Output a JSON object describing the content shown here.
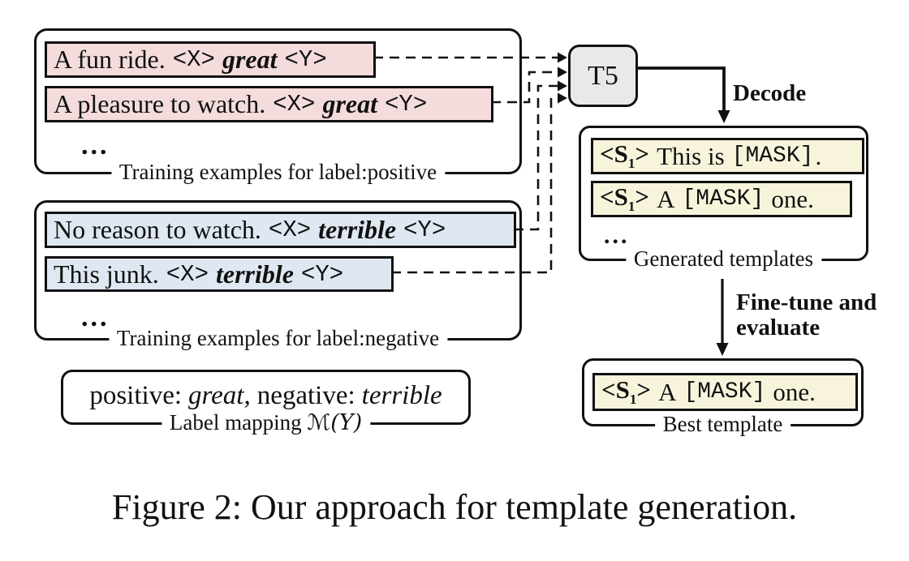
{
  "figure_caption": "Figure 2: Our approach for template generation.",
  "positive_group": {
    "label": "Training examples for label:positive",
    "ellipsis": "...",
    "examples": [
      {
        "sentence": "A fun ride.",
        "x_token": "<X>",
        "label_word": "great",
        "y_token": "<Y>"
      },
      {
        "sentence": "A pleasure to watch.",
        "x_token": "<X>",
        "label_word": "great",
        "y_token": "<Y>"
      }
    ]
  },
  "negative_group": {
    "label": "Training examples for label:negative",
    "ellipsis": "...",
    "examples": [
      {
        "sentence": "No reason to watch.",
        "x_token": "<X>",
        "label_word": "terrible",
        "y_token": "<Y>"
      },
      {
        "sentence": "This junk.",
        "x_token": "<X>",
        "label_word": "terrible",
        "y_token": "<Y>"
      }
    ]
  },
  "label_mapping": {
    "pos_key": "positive:",
    "pos_value": "great,",
    "neg_key": "negative:",
    "neg_value": "terrible",
    "caption_prefix": "Label mapping",
    "caption_symbol": "ℳ(Y)"
  },
  "t5_label": "T5",
  "decode_label": "Decode",
  "finetune_label": {
    "line1": "Fine-tune and",
    "line2": "evaluate"
  },
  "generated_group": {
    "label": "Generated templates",
    "ellipsis": "...",
    "templates": [
      {
        "s_open": "<S",
        "s_sub": "1",
        "s_close": ">",
        "pre": "This is",
        "mask": "[MASK]",
        "post": "."
      },
      {
        "s_open": "<S",
        "s_sub": "1",
        "s_close": ">",
        "pre": "A",
        "mask": "[MASK]",
        "post": "one."
      }
    ]
  },
  "best_group": {
    "label": "Best template",
    "template": {
      "s_open": "<S",
      "s_sub": "1",
      "s_close": ">",
      "pre": "A",
      "mask": "[MASK]",
      "post": "one."
    }
  },
  "colors": {
    "positive_bg": "#f4dcdc",
    "negative_bg": "#dfe8f2",
    "template_bg": "#f8f4dc",
    "t5_bg": "#e9e9e7",
    "line": "#111111"
  }
}
